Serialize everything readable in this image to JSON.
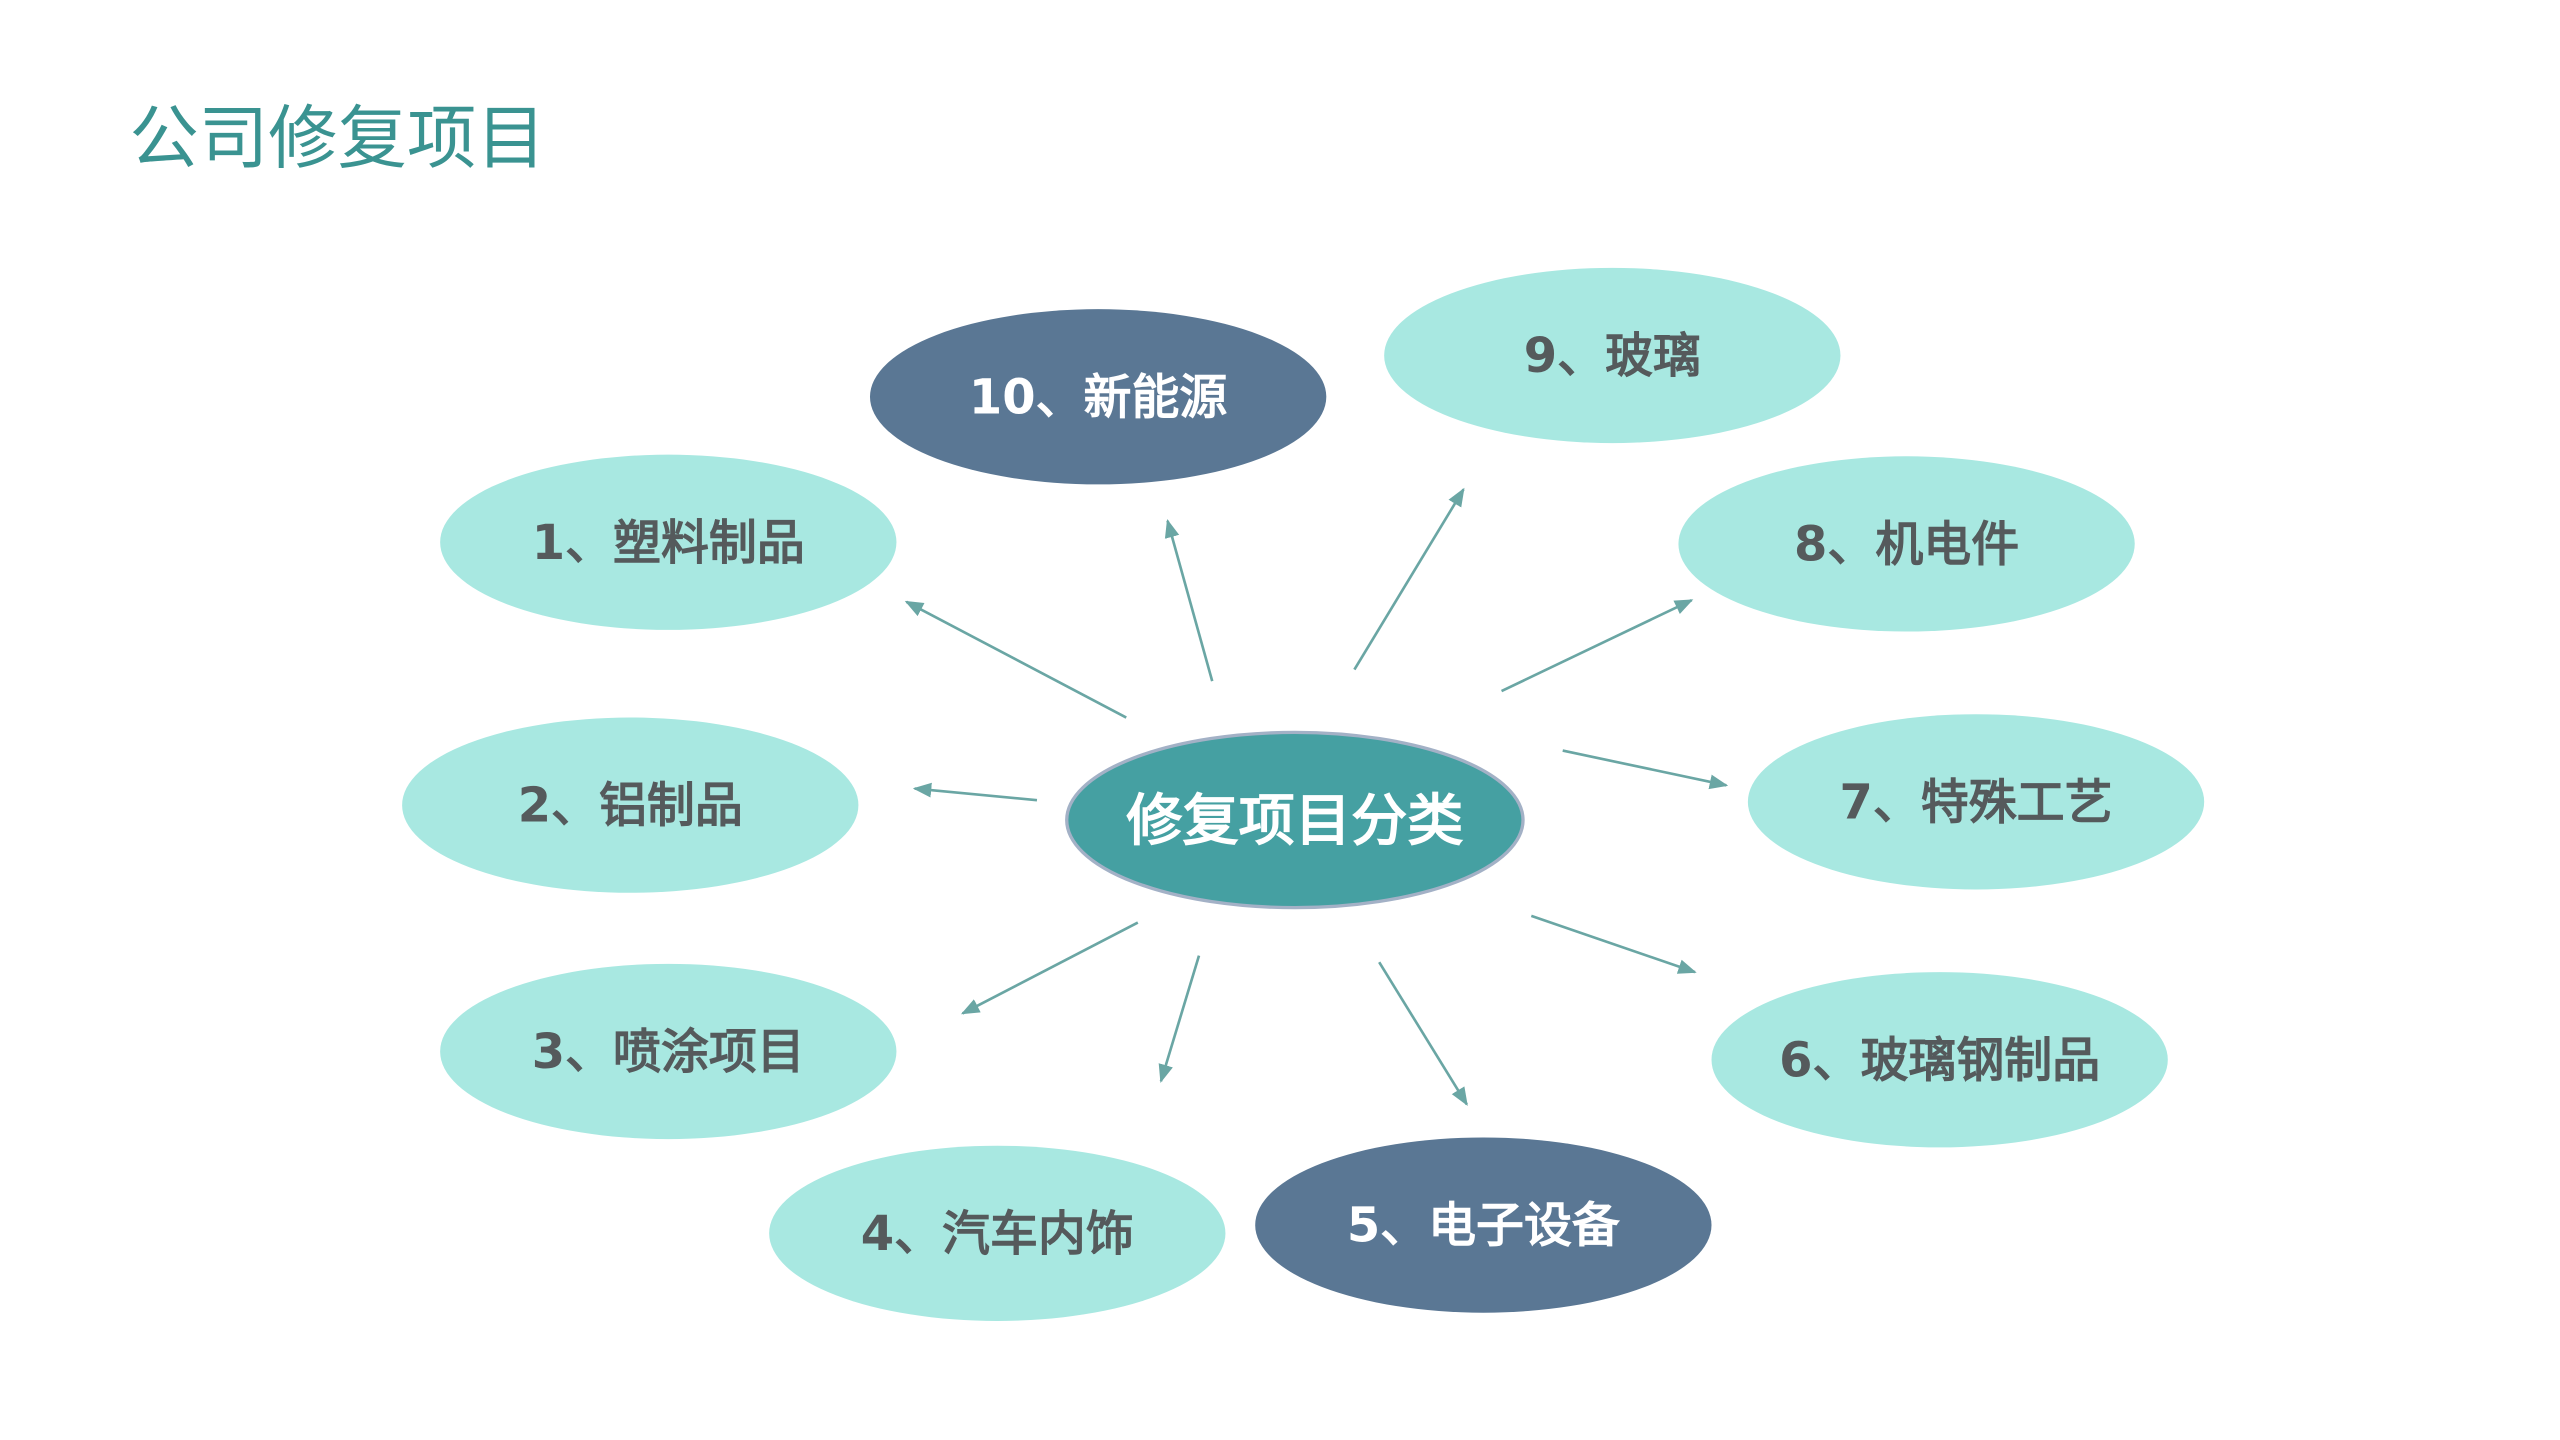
{
  "title": "公司修复项目",
  "center": {
    "label": "修复项目分类",
    "color": "#45a0a2"
  },
  "colors": {
    "light": "#a8e8e1",
    "dark": "#5a7794",
    "arrow": "#6aa6a4"
  },
  "nodes": [
    {
      "label": "1、塑料制品",
      "style": "light"
    },
    {
      "label": "2、铝制品",
      "style": "light"
    },
    {
      "label": "3、喷涂项目",
      "style": "light"
    },
    {
      "label": "4、汽车内饰",
      "style": "light"
    },
    {
      "label": "5、电子设备",
      "style": "dark"
    },
    {
      "label": "6、玻璃钢制品",
      "style": "light"
    },
    {
      "label": "7、特殊工艺",
      "style": "light"
    },
    {
      "label": "8、机电件",
      "style": "light"
    },
    {
      "label": "9、玻璃",
      "style": "light"
    },
    {
      "label": "10、新能源",
      "style": "dark"
    }
  ]
}
